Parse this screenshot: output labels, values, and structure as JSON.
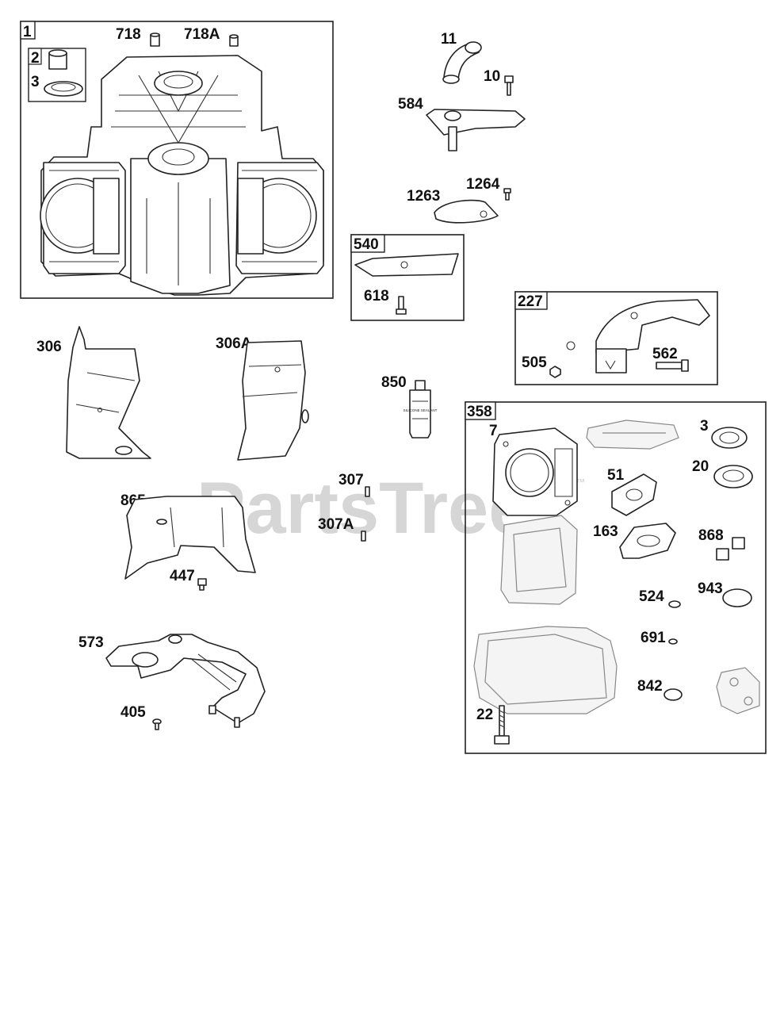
{
  "watermark": "PartsTree",
  "trademark": "™",
  "tube_label": "SILICONE SEALANT",
  "colors": {
    "line": "#222222",
    "watermark": "#d6d6d6",
    "background": "#ffffff"
  },
  "boxes": {
    "b1": "1",
    "b2": "2",
    "b540": "540",
    "b227": "227",
    "b358": "358"
  },
  "labels": {
    "l718": "718",
    "l718A": "718A",
    "l3a": "3",
    "l11": "11",
    "l10": "10",
    "l584": "584",
    "l1264": "1264",
    "l1263": "1263",
    "l618": "618",
    "l505": "505",
    "l562": "562",
    "l306": "306",
    "l306A": "306A",
    "l850": "850",
    "l307": "307",
    "l307A": "307A",
    "l865": "865",
    "l447": "447",
    "l573": "573",
    "l405": "405",
    "l7": "7",
    "l3b": "3",
    "l20": "20",
    "l51": "51",
    "l163": "163",
    "l868": "868",
    "l524": "524",
    "l943": "943",
    "l691": "691",
    "l842": "842",
    "l22": "22"
  }
}
